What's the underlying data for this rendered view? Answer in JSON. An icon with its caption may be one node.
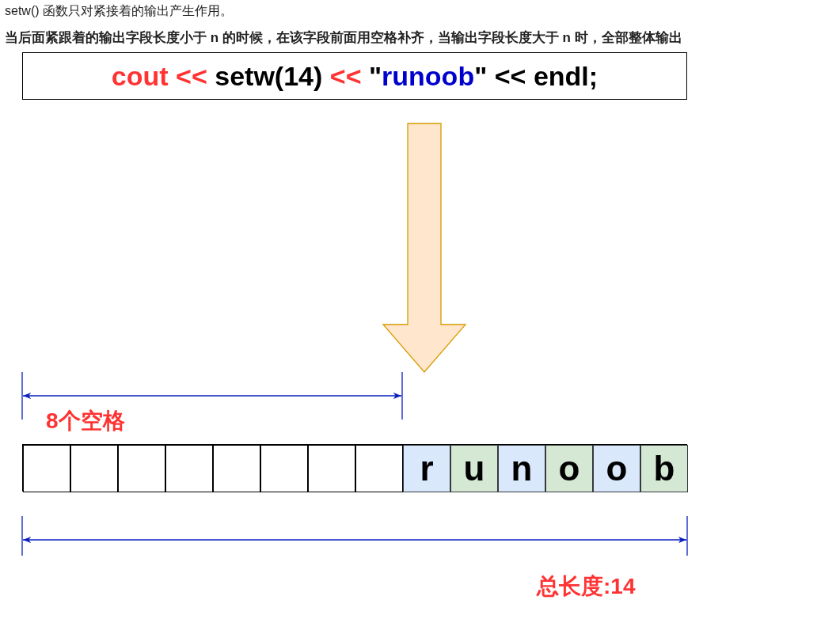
{
  "diagram": {
    "nodes": [
      {
        "text": [
          "cout << setw(14) << \"runoob\" << endl;"
        ]
      },
      {
        "text": [],
        "shape": "box"
      },
      {
        "text": [],
        "shape": "box",
        "in": 1
      },
      {
        "text": [],
        "shape": "box",
        "in": 1
      },
      {
        "text": [],
        "shape": "box",
        "in": 1
      },
      {
        "text": [],
        "shape": "box",
        "in": 1
      },
      {
        "text": [],
        "shape": "box",
        "in": 1
      },
      {
        "text": [],
        "shape": "box",
        "in": 1
      },
      {
        "text": [],
        "shape": "box",
        "in": 1
      },
      {
        "text": [],
        "shape": "box",
        "in": 1
      },
      {
        "text": [
          "r"
        ],
        "in": 1
      },
      {
        "text": [
          "u"
        ],
        "in": 1
      },
      {
        "text": [
          "n"
        ],
        "in": 1
      },
      {
        "text": [
          "o"
        ],
        "in": 1
      },
      {
        "text": [
          "o"
        ],
        "in": 1
      },
      {
        "text": [
          "b"
        ],
        "in": 1
      }
    ],
    "edges": [
      {
        "from": 0,
        "to": 1,
        "arrow": "to"
      }
    ],
    "labels": [
      "setw() 函数只对紧接着的输出产生作用。",
      "当后面紧跟着的输出字段长度小于 n 的时候，在该字段前面用空格补齐，当输出字段长度大于 n 时，全部整体输出",
      "8个空格",
      "总长度:14"
    ]
  }
}
